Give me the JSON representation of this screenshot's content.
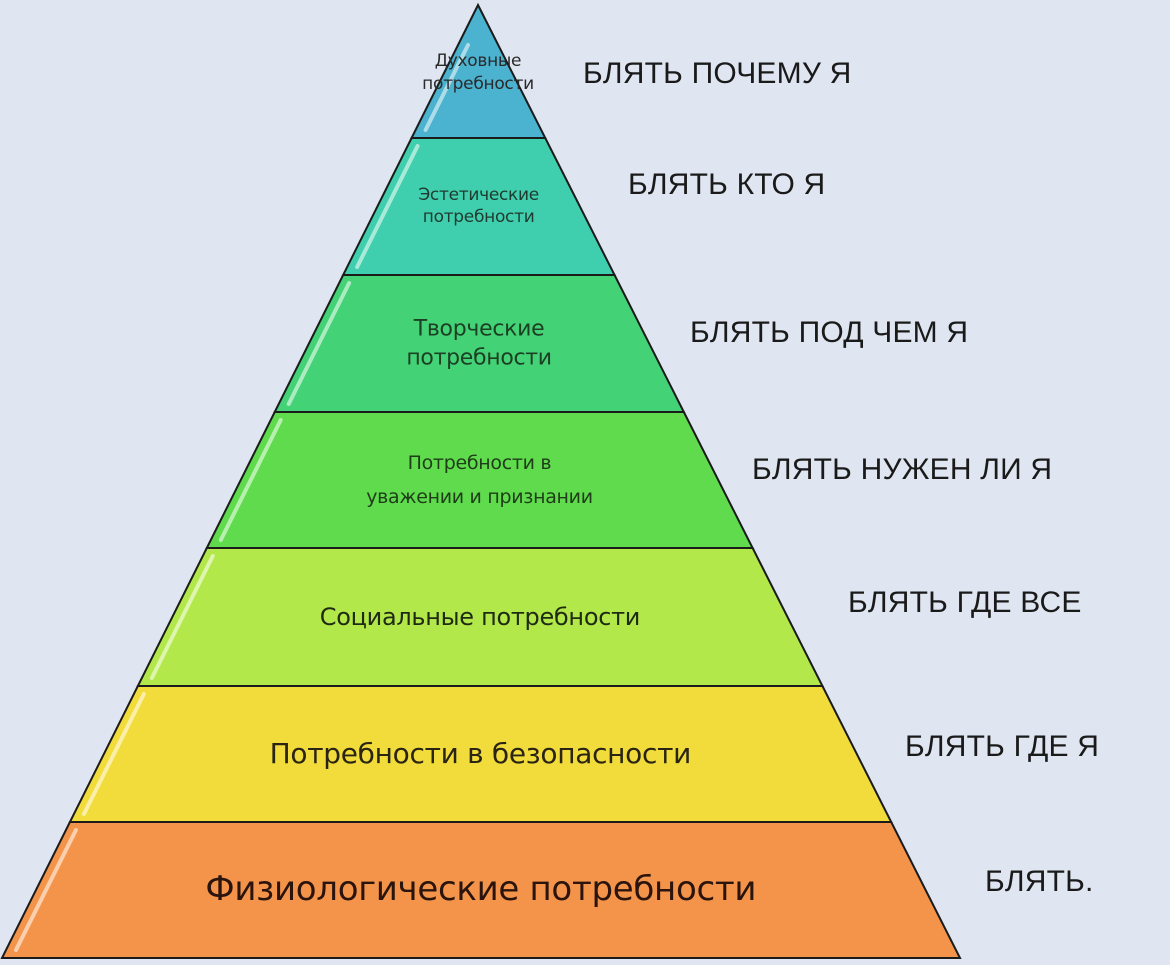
{
  "diagram": {
    "type": "pyramid",
    "title": "",
    "background": "#dfe6f1",
    "tiers": [
      {
        "label": "Духовные потребности",
        "lines": [
          "Духовные",
          "потребности"
        ],
        "caption": "БЛЯТЬ ПОЧЕМУ Я",
        "color": "#4bb2cf",
        "text_color": "#2a2a2a"
      },
      {
        "label": "Эстетические потребности",
        "lines": [
          "Эстетические",
          "потребности"
        ],
        "caption": "БЛЯТЬ КТО Я",
        "color": "#40cfae",
        "text_color": "#1f3a2f"
      },
      {
        "label": "Творческие потребности",
        "lines": [
          "Творческие",
          "потребности"
        ],
        "caption": "БЛЯТЬ ПОД ЧЕМ Я",
        "color": "#44d276",
        "text_color": "#1c4024"
      },
      {
        "label": "Потребности в уважении и признании",
        "lines": [
          "Потребности в",
          "уважении и признании"
        ],
        "caption": "БЛЯТЬ НУЖЕН ЛИ Я",
        "color": "#5fdb4d",
        "text_color": "#1e3d18"
      },
      {
        "label": "Социальные потребности",
        "lines": [
          "Социальные потребности"
        ],
        "caption": "БЛЯТЬ ГДЕ ВСЕ",
        "color": "#b3e84a",
        "text_color": "#1f2a12"
      },
      {
        "label": "Потребности в безопасности",
        "lines": [
          "Потребности в безопасности"
        ],
        "caption": "БЛЯТЬ ГДЕ Я",
        "color": "#f2dc3c",
        "text_color": "#2a2414"
      },
      {
        "label": "Физиологические потребности",
        "lines": [
          "Физиологические потребности"
        ],
        "caption": "БЛЯТЬ.",
        "color": "#f4944a",
        "text_color": "#2a140d"
      }
    ]
  }
}
